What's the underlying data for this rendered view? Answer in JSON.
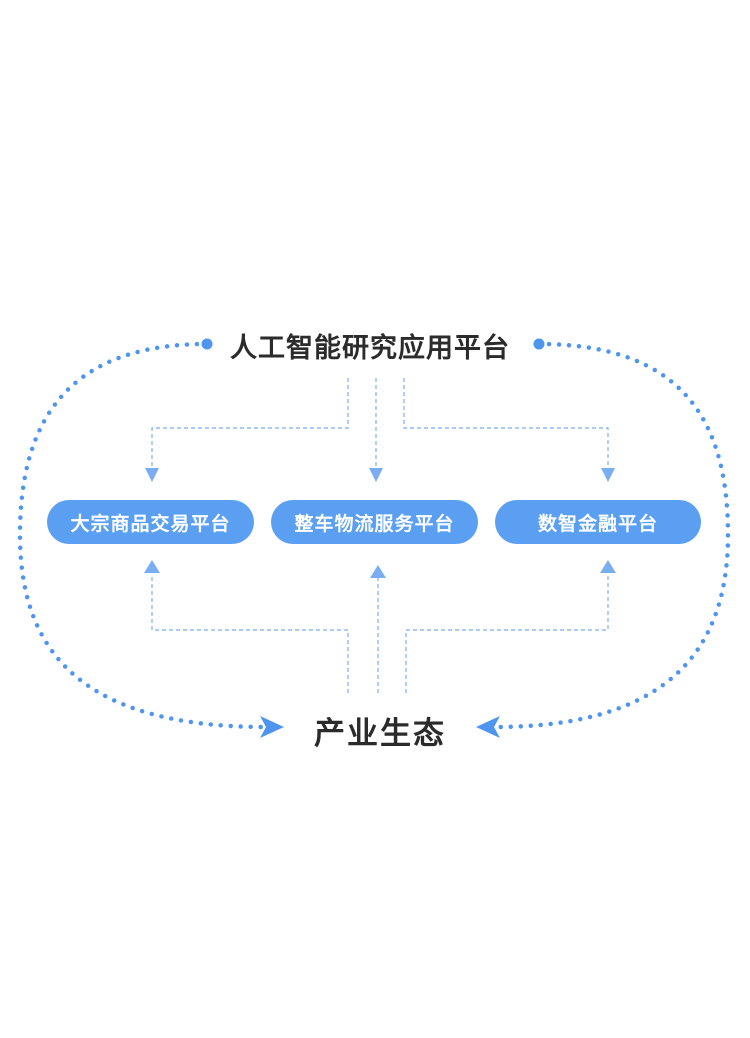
{
  "colors": {
    "accent": "#4e95f0",
    "pill_bg": "#5b9ff2",
    "dashed_line": "#7aaef2",
    "title_text": "#2b2b2b",
    "pill_text": "#ffffff"
  },
  "top_platform": {
    "label": "人工智能研究应用平台"
  },
  "platforms": [
    {
      "label": "大宗商品交易平台"
    },
    {
      "label": "整车物流服务平台"
    },
    {
      "label": "数智金融平台"
    }
  ],
  "bottom_node": {
    "label": "产业生态"
  }
}
